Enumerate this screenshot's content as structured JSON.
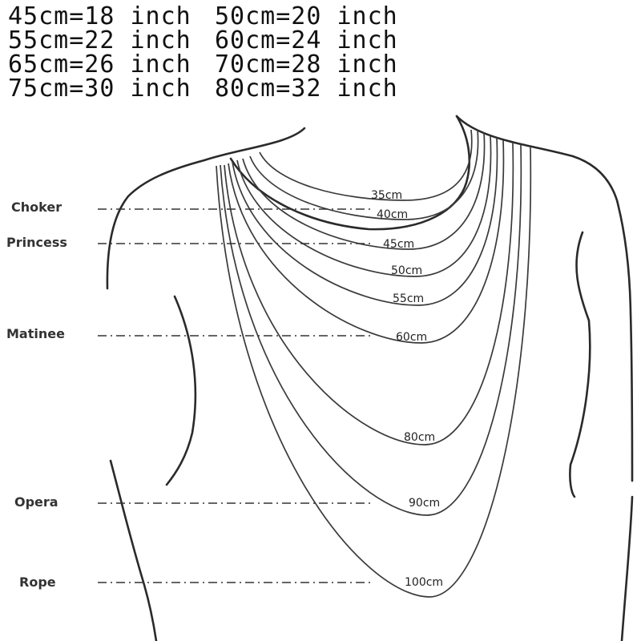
{
  "conversion_rows": [
    [
      "45cm=18 inch",
      "50cm=20 inch"
    ],
    [
      "55cm=22 inch",
      "60cm=24 inch"
    ],
    [
      "65cm=26 inch",
      "70cm=28 inch"
    ],
    [
      "75cm=30 inch",
      "80cm=32 inch"
    ]
  ],
  "styles": [
    "Choker",
    "Princess",
    "Matinee",
    "Opera",
    "Rope"
  ],
  "lengths": [
    "35cm",
    "40cm",
    "45cm",
    "50cm",
    "55cm",
    "60cm",
    "80cm",
    "90cm",
    "100cm"
  ],
  "colors": {
    "ink": "#2a2a2a",
    "background": "#ffffff"
  }
}
